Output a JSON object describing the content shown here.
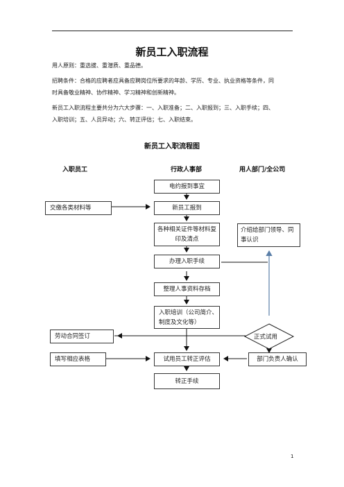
{
  "document": {
    "title": "新员工入职流程",
    "paragraphs": [
      "用人原则：重选拔、重潜质、重品德。",
      "招聘条件：合格的应聘者应具备应聘岗位所要求的年龄、学历、专业、执业资格等条件，同",
      "时具备敬业精神、协作精神、学习精神和创新精神。",
      "新员工入职流程主要共分为六大步骤：一、入职准备；二、入职报到；三、入职手续；四、",
      "入职培训；五、人员异动；六、转正评估；七、入职结束。"
    ],
    "chart_title": "新员工入职流程图",
    "page_number": "1"
  },
  "flowchart": {
    "columns": {
      "new_employee": "入职员工",
      "admin_hr": "行政人事部",
      "department": "用人部门/全公司"
    },
    "boxes": {
      "notify": "电约报到事宜",
      "report": "新员工报到",
      "copy_docs": "各种相关证件等材料复印及清点",
      "procedures": "办理入职手续",
      "archive": "整理人事资料存档",
      "training": "入职培训（公司简介、制度及文化等）",
      "probation_eval": "试用员工转正评估",
      "confirm": "转正手续",
      "submit_materials": "交缴各类材料等",
      "contract": "劳动合同签订",
      "fill_forms": "填写相应表格",
      "introduce": "介绍给部门领导、同事认识",
      "formal_trial": "正式试用",
      "manager_confirm": "部门负责人确认"
    }
  }
}
